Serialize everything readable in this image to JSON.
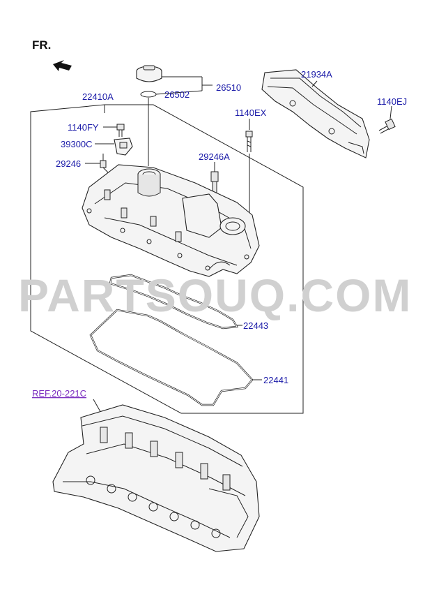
{
  "direction_label": "FR.",
  "watermark": "PARTSOUQ.COM",
  "labels": {
    "p26510": "26510",
    "p26502": "26502",
    "p22410A": "22410A",
    "p21934A": "21934A",
    "p1140EJ": "1140EJ",
    "p1140EX": "1140EX",
    "p1140FY": "1140FY",
    "p39300C": "39300C",
    "p29246": "29246",
    "p29246A": "29246A",
    "p22443": "22443",
    "p22441": "22441",
    "ref": "REF.20-221C"
  },
  "colors": {
    "part_label": "#1a1aa8",
    "reference_label": "#7a2bbf",
    "watermark": "#d0d0d0",
    "line": "#222222"
  },
  "icons": {
    "direction_arrow": "front-direction-arrow-icon"
  }
}
